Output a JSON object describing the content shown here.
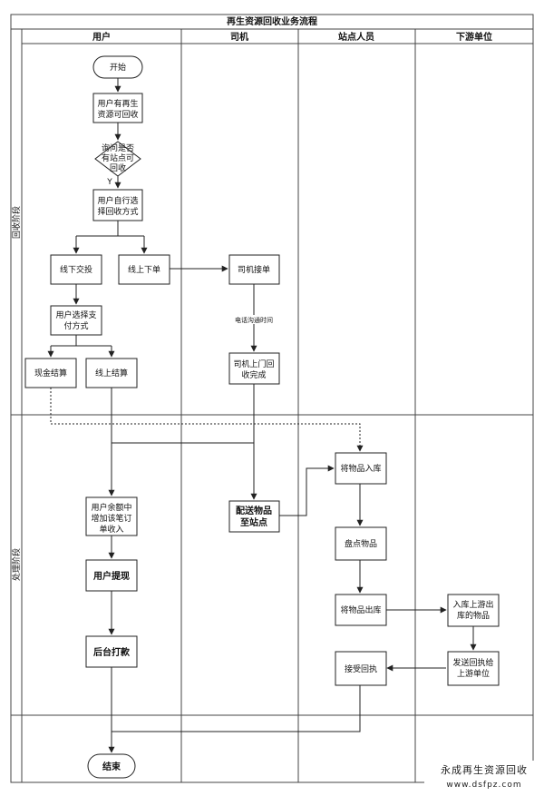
{
  "title": "再生资源回收业务流程",
  "lanes": [
    "用户",
    "司机",
    "站点人员",
    "下游单位"
  ],
  "phases": [
    "回收阶段",
    "处理阶段"
  ],
  "nodes": {
    "start": "开始",
    "has_resource": [
      "用户有再生",
      "资源可回收"
    ],
    "check_station": [
      "询问是否",
      "有站点可",
      "回收"
    ],
    "yes_label": "Y",
    "choose_method": [
      "用户自行选",
      "择回收方式"
    ],
    "offline_delivery": "线下交投",
    "online_order": "线上下单",
    "driver_accept": "司机接单",
    "phone_time": "电话沟通时间",
    "driver_complete": [
      "司机上门回",
      "收完成"
    ],
    "choose_payment": [
      "用户选择支",
      "付方式"
    ],
    "cash_settle": "现金结算",
    "online_settle": "线上结算",
    "add_income": [
      "用户余额中",
      "增加该笔订",
      "单收入"
    ],
    "withdraw": "用户提现",
    "backend_pay": "后台打款",
    "deliver_station": [
      "配送物品",
      "至站点"
    ],
    "stock_in": "将物品入库",
    "inventory": "盘点物品",
    "stock_out": "将物品出库",
    "downstream_in": [
      "入库上游出",
      "库的物品"
    ],
    "send_receipt": [
      "发送回执给",
      "上游单位"
    ],
    "receive_receipt": "接受回执",
    "end": "结束"
  },
  "watermark": {
    "cn": "永成再生资源回收",
    "url": "www.dsfpz.com"
  }
}
